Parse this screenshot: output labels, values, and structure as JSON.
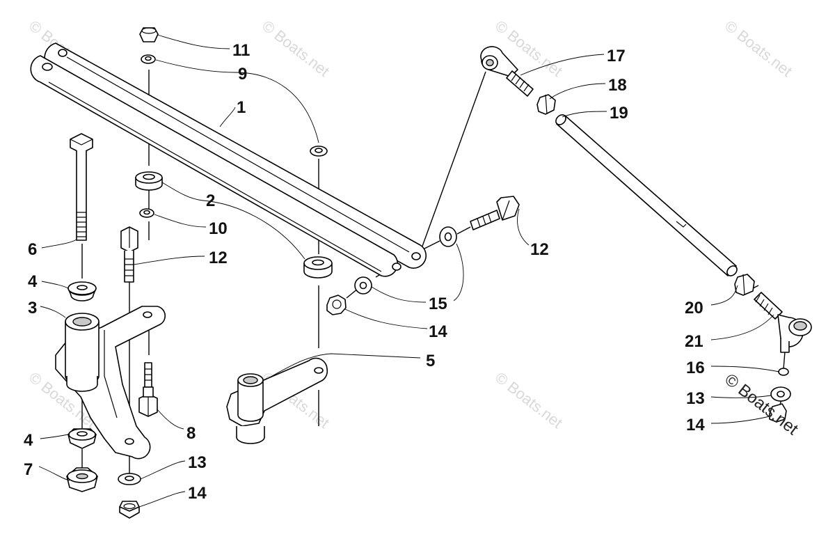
{
  "diagram": {
    "watermark": "© Boats.net",
    "copyright": "© Boats.net",
    "callouts": {
      "c1": "1",
      "c2": "2",
      "c3": "3",
      "c4a": "4",
      "c4b": "4",
      "c5": "5",
      "c6": "6",
      "c7": "7",
      "c8": "8",
      "c9": "9",
      "c10": "10",
      "c11": "11",
      "c12a": "12",
      "c12b": "12",
      "c13a": "13",
      "c13b": "13",
      "c14a": "14",
      "c14b": "14",
      "c14c": "14",
      "c15": "15",
      "c16": "16",
      "c17": "17",
      "c18": "18",
      "c19": "19",
      "c20": "20",
      "c21": "21"
    }
  }
}
